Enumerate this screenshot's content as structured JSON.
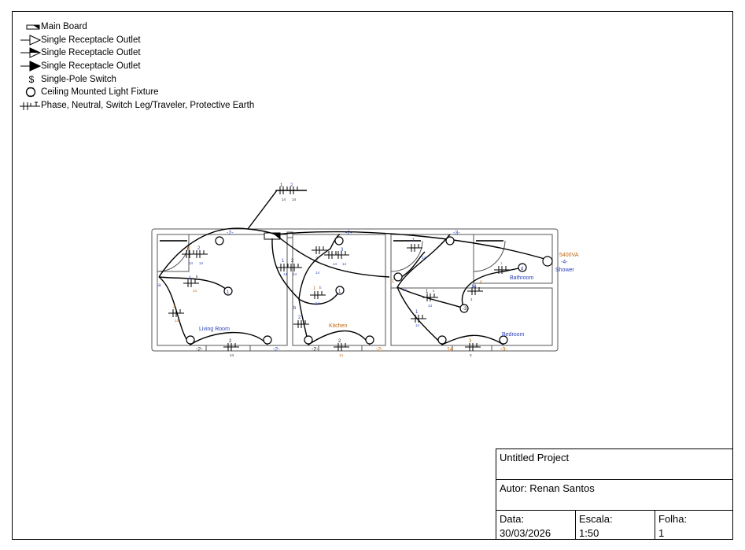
{
  "legend": [
    {
      "icon": "main-board-icon",
      "label": "Main Board"
    },
    {
      "icon": "receptacle-outlet-open-icon",
      "label": "Single Receptacle Outlet"
    },
    {
      "icon": "receptacle-outlet-half-icon",
      "label": "Single Receptacle Outlet"
    },
    {
      "icon": "receptacle-outlet-filled-icon",
      "label": "Single Receptacle Outlet"
    },
    {
      "icon": "single-pole-switch-icon",
      "label": "Single-Pole Switch",
      "symbol": "$"
    },
    {
      "icon": "ceiling-light-icon",
      "label": "Ceiling Mounted Light Fixture"
    },
    {
      "icon": "conductor-marks-icon",
      "label": "Phase, Neutral, Switch Leg/Traveler, Protective Earth"
    }
  ],
  "plan": {
    "rooms": {
      "living": "Living Room",
      "kitchen": "Kitchen",
      "bedroom": "Bedroom",
      "bathroom": "Bathroom"
    },
    "shower": {
      "power": "5400VA",
      "circuit": "-4-",
      "label": "Shower"
    },
    "annotations": [
      "1",
      "2",
      "14",
      "14",
      "-2-",
      "1",
      "2",
      "14",
      "14",
      "1",
      "b",
      "14",
      "a",
      "2",
      "14",
      "2",
      "14",
      "-2-",
      "-2-",
      "1",
      "1",
      "2",
      "14",
      "14",
      "-2-",
      "2",
      "14",
      "3",
      "14",
      "14",
      "1",
      "b",
      "14",
      "1",
      "b",
      "2",
      "2",
      "14",
      "-2-",
      "-2-",
      "-3-",
      "1",
      "14",
      "1",
      "14",
      "1",
      "c",
      "14",
      "1",
      "3",
      "14",
      "3",
      "14",
      "-3-",
      "-3-",
      "1",
      "c",
      "14",
      "1",
      "d",
      "1",
      "14",
      "1"
    ],
    "colors": {
      "blue": "#2a3fb8",
      "orange": "#c0640a",
      "wire": "#000000"
    }
  },
  "title_block": {
    "project": "Untitled Project",
    "author": "Autor: Renan Santos",
    "date_label": "Data:",
    "date": "30/03/2026",
    "scale_label": "Escala:",
    "scale": "1:50",
    "sheet_label": "Folha:",
    "sheet": "1"
  }
}
